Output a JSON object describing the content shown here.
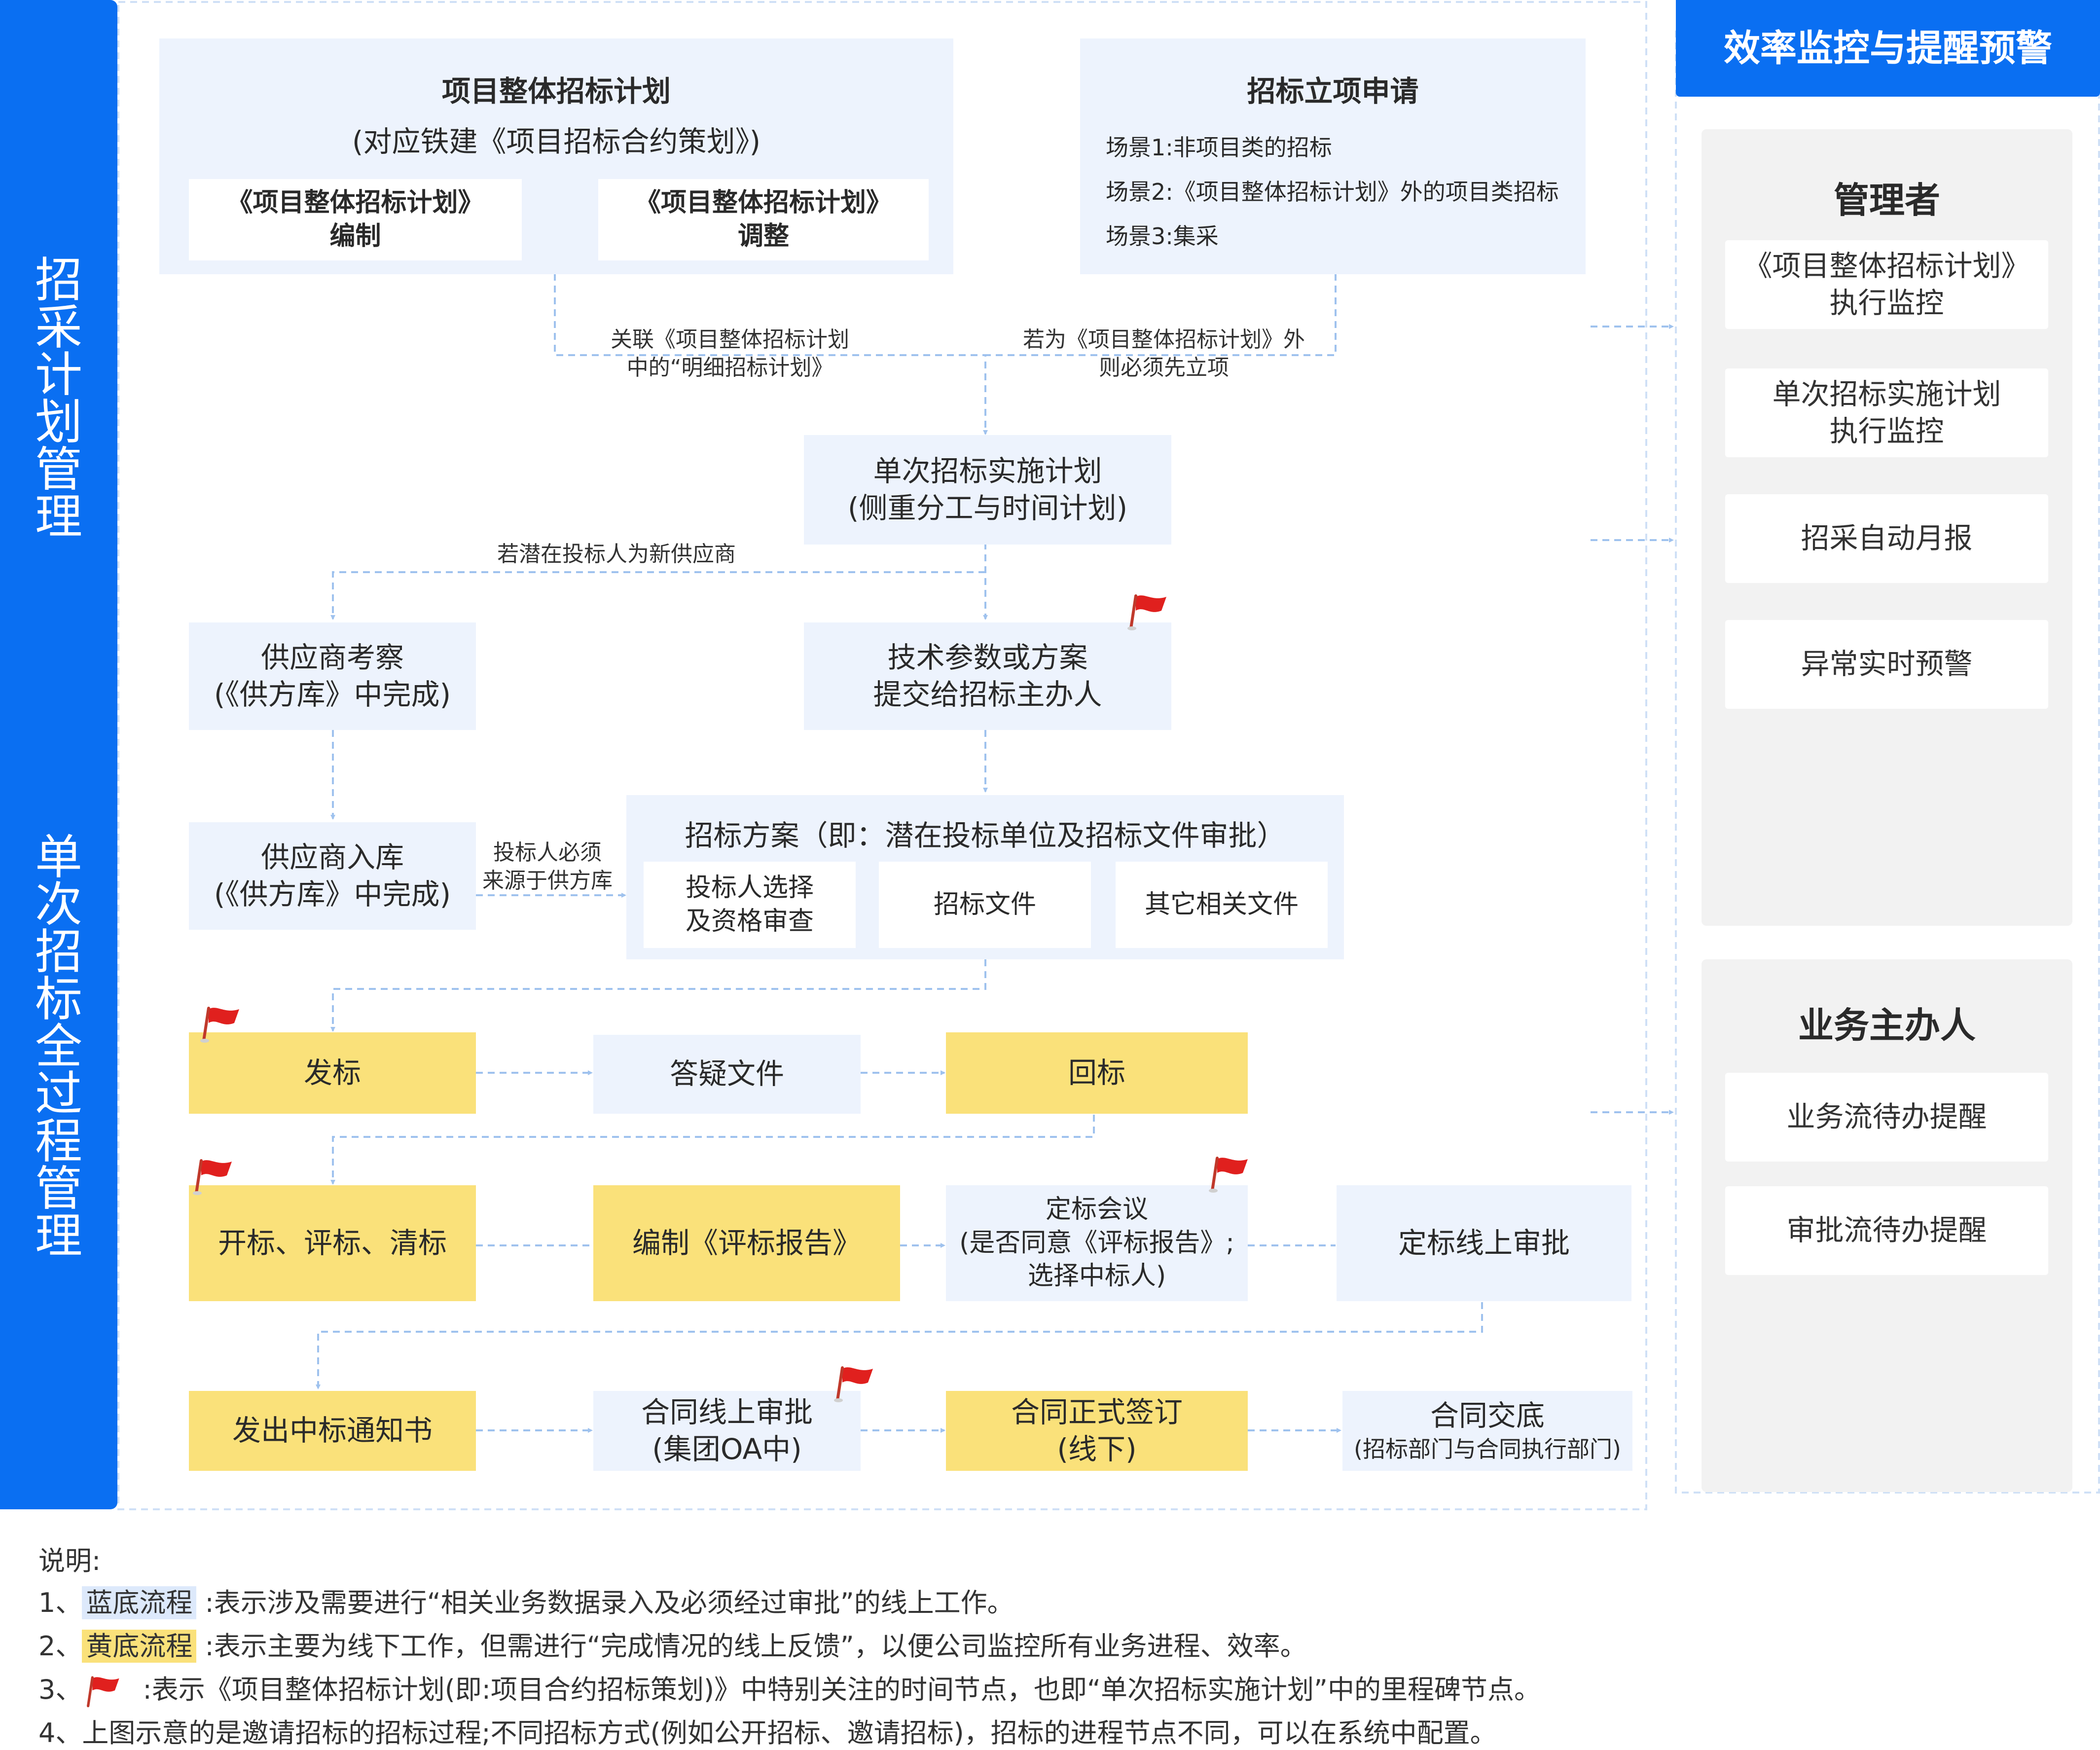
{
  "sidebar": {
    "top_label": "招采计划管理",
    "bottom_label": "单次招标全过程管理"
  },
  "right": {
    "header": "效率监控与提醒预警",
    "manager": {
      "title": "管理者",
      "items": [
        "《项目整体招标计划》执行监控",
        "单次招标实施计划执行监控",
        "招采自动月报",
        "异常实时预警"
      ]
    },
    "owner": {
      "title": "业务主办人",
      "items": [
        "业务流待办提醒",
        "审批流待办提醒"
      ]
    }
  },
  "plan": {
    "title": "项目整体招标计划",
    "subtitle": "(对应铁建《项目招标合约策划》)",
    "sub1_line1": "《项目整体招标计划》",
    "sub1_line2": "编制",
    "sub2_line1": "《项目整体招标计划》",
    "sub2_line2": "调整"
  },
  "apply": {
    "title": "招标立项申请",
    "scene1": "场景1:非项目类的招标",
    "scene2": "场景2:《项目整体招标计划》外的项目类招标",
    "scene3": "场景3:集采"
  },
  "notes": {
    "link_line1": "关联《项目整体招标计划",
    "link_line2": "中的“明细招标计划》",
    "outside_line1": "若为《项目整体招标计划》外",
    "outside_line2": "则必须先立项",
    "new_supplier": "若潜在投标人为新供应商",
    "must_line1": "投标人必须",
    "must_line2": "来源于供方库"
  },
  "nodes": {
    "single_plan": {
      "line1": "单次招标实施计划",
      "line2": "(侧重分工与时间计划)"
    },
    "supplier_review": {
      "line1": "供应商考察",
      "line2": "(《供方库》中完成)"
    },
    "tech_param": {
      "line1": "技术参数或方案",
      "line2": "提交给招标主办人"
    },
    "supplier_in": {
      "line1": "供应商入库",
      "line2": "(《供方库》中完成)"
    },
    "scheme": {
      "title": "招标方案（即：潜在投标单位及招标文件审批）",
      "c1_line1": "投标人选择",
      "c1_line2": "及资格审查",
      "c2": "招标文件",
      "c3": "其它相关文件"
    },
    "publish": "发标",
    "qa": "答疑文件",
    "return_bid": "回标",
    "open_bid": "开标、评标、清标",
    "report": "编制《评标报告》",
    "decide": {
      "line1": "定标会议",
      "line2": "(是否同意《评标报告》;",
      "line3": "选择中标人)"
    },
    "decide_online": "定标线上审批",
    "notice": "发出中标通知书",
    "contract_online": {
      "line1": "合同线上审批",
      "line2": "(集团OA中)"
    },
    "contract_sign": {
      "line1": "合同正式签订",
      "line2": "(线下)"
    },
    "contract_handover": {
      "line1": "合同交底",
      "line2": "(招标部门与合同执行部门)"
    }
  },
  "legend": {
    "title": "说明:",
    "l1_prefix": "1、",
    "l1_tag": "蓝底流程",
    "l1_text": " :表示涉及需要进行“相关业务数据录入及必须经过审批”的线上工作。",
    "l2_prefix": "2、",
    "l2_tag": "黄底流程",
    "l2_text": " :表示主要为线下工作，但需进行“完成情况的线上反馈”，以便公司监控所有业务进程、效率。",
    "l3_prefix": "3、",
    "l3_text": " :表示《项目整体招标计划(即:项目合约招标策划)》中特别关注的时间节点，也即“单次招标实施计划”中的里程碑节点。",
    "l4": "4、上图示意的是邀请招标的招标过程;不同招标方式(例如公开招标、邀请招标)，招标的进程节点不同，可以在系统中配置。"
  },
  "colors": {
    "blue_fill": "#edf3fd",
    "yellow_fill": "#fae17a",
    "brand_blue": "#0a6ff2",
    "flag_red": "#e0201e",
    "connector": "#9fc2ee"
  }
}
